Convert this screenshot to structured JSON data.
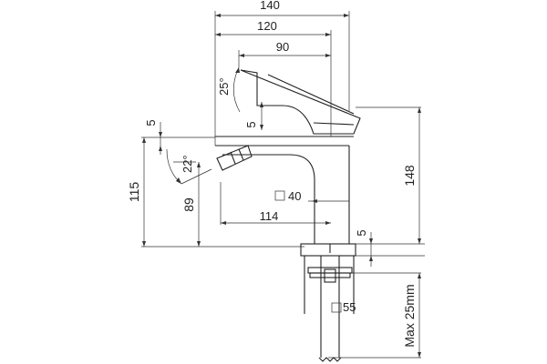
{
  "drawing": {
    "dimensions": {
      "overall_width": "140",
      "spout_reach": "120",
      "lever_reach": "90",
      "lever_angle": "25°",
      "lever_offset": "5",
      "left_offset": "5",
      "aerator_angle": "22°",
      "total_height": "115",
      "aerator_height": "89",
      "body_section": "40",
      "aerator_reach": "114",
      "overall_height": "148",
      "base_thickness": "5",
      "shank_section": "55",
      "max_thickness": "Max 25mm"
    },
    "symbols": {
      "square_section": "square-icon"
    }
  }
}
